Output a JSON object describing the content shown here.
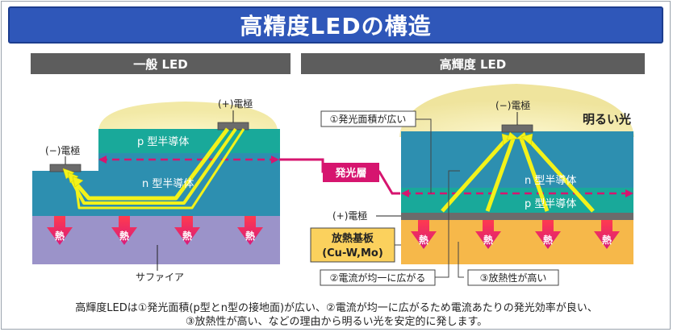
{
  "title": "高精度LEDの構造",
  "left_panel": {
    "header": "一般 LED",
    "plus_electrode": "(+)電極",
    "minus_electrode": "(−)電極",
    "p_layer": "p 型半導体",
    "n_layer": "n 型半導体",
    "substrate_label": "サファイア",
    "heat": "熱"
  },
  "right_panel": {
    "header": "高輝度 LED",
    "minus_electrode": "(−)電極",
    "bright_light": "明るい光",
    "n_layer": "n 型半導体",
    "p_layer": "p 型半導体",
    "plus_electrode": "(+)電極",
    "heat": "熱",
    "heat_sink_line1": "放熱基板",
    "heat_sink_line2": "(Cu-W,Mo)",
    "callout_1": "①発光面積が広い",
    "callout_2": "②電流が均一に広がる",
    "callout_3": "③放熱性が高い"
  },
  "emitting_layer_label": "発光層",
  "footer": {
    "line1": "高輝度LEDは①発光面積(p型とn型の接地面)が広い、②電流が均一に広がるため電流あたりの発光効率が良い、",
    "line2": "③放熱性が高い、などの理由から明るい光を安定的に発します。"
  },
  "colors": {
    "title_bg": "#2f57b9",
    "panel_header_bg": "#5d5d5d",
    "n_layer": "#2d8fb0",
    "p_layer": "#19a99a",
    "sapphire": "#9b93c9",
    "heat_sink": "#f6b84a",
    "emitting_layer_arrow": "#d6156f",
    "current_arrow": "#f3f21a",
    "heat_arrow": "#e8255f",
    "glow": "#f6efb2"
  }
}
